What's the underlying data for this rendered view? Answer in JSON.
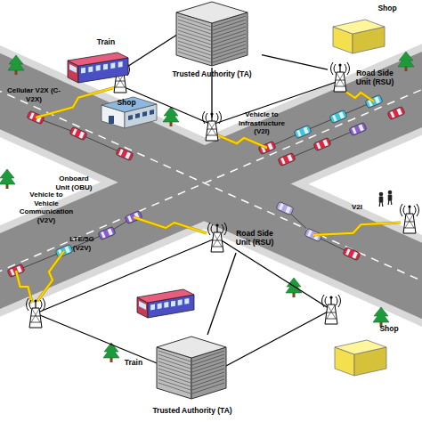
{
  "diagram": {
    "nodes": [
      {
        "text": [
          "Trusted Authority (TA)"
        ]
      },
      {
        "text": [
          "Shop"
        ]
      },
      {
        "text": [
          "Train"
        ]
      },
      {
        "text": [
          "Road Side Unit (RSU)"
        ]
      },
      {
        "text": [
          "Shop"
        ]
      },
      {
        "text": [
          "Road Side Unit (RSU)"
        ]
      },
      {
        "text": [
          "Train"
        ]
      },
      {
        "text": [
          "Shop"
        ]
      },
      {
        "text": [
          "Trusted Authority (TA)"
        ]
      }
    ],
    "edges": [
      {
        "from": 0,
        "to": 3,
        "arrow": "none"
      },
      {
        "from": 8,
        "to": 5,
        "arrow": "none"
      }
    ],
    "labels": [
      "Cellular V2X (C-V2X)",
      "Vehicle to Infrastructure (V2I)",
      "Onboard Unit (OBU)",
      "Vehicle to Vehicle Communication (V2V)",
      "V2I",
      "LTE/5G (V2V)"
    ]
  }
}
